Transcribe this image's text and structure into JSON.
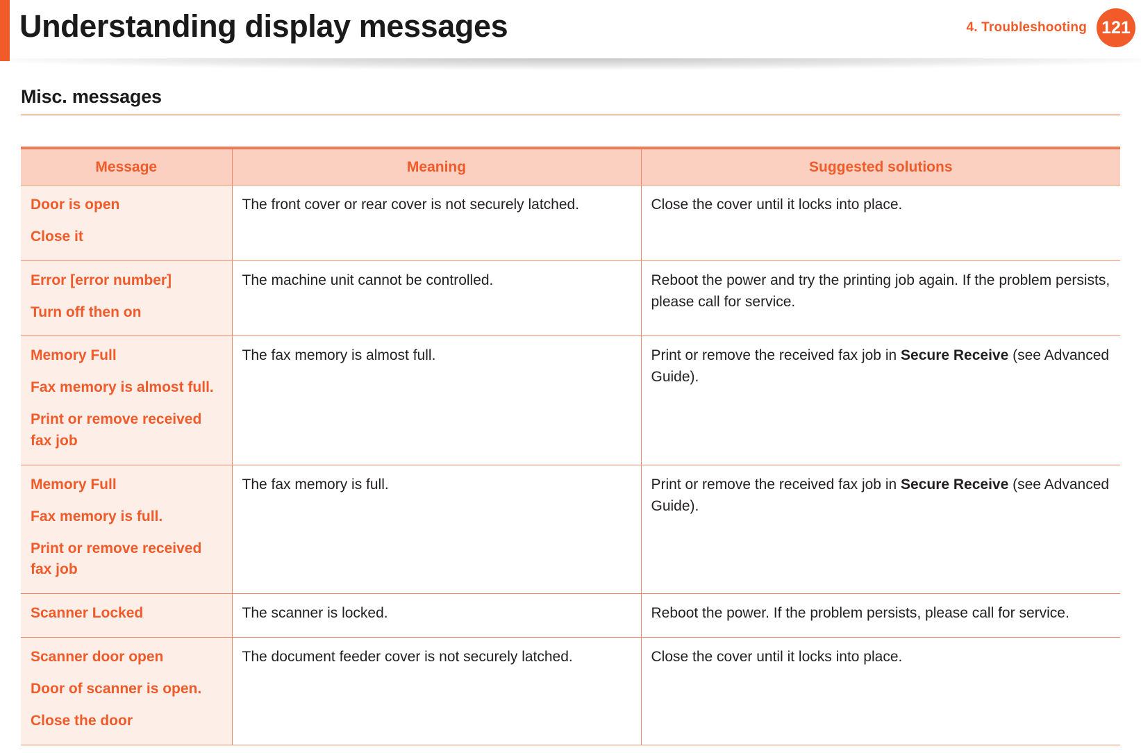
{
  "header": {
    "title": "Understanding display messages",
    "chapter": "4.  Troubleshooting",
    "page_number": "121",
    "accent_color": "#f15a29"
  },
  "section": {
    "heading": "Misc. messages"
  },
  "table": {
    "columns": [
      "Message",
      "Meaning",
      "Suggested solutions"
    ],
    "rows": [
      {
        "message_lines": [
          "Door is open",
          "Close it"
        ],
        "meaning": "The front cover or rear cover is not securely latched.",
        "solution_html": "Close the cover until it locks into place."
      },
      {
        "message_lines": [
          "Error [error number]",
          "Turn off then on"
        ],
        "meaning": "The machine unit cannot be controlled.",
        "solution_html": "Reboot the power and try the printing job again. If the problem persists, please call for service."
      },
      {
        "message_lines": [
          "Memory Full",
          "Fax memory is almost full.",
          "Print or remove received fax job"
        ],
        "meaning": "The fax memory is almost full.",
        "solution_html": "Print or remove the received fax job in <b>Secure Receive</b> (see Advanced Guide)."
      },
      {
        "message_lines": [
          "Memory Full",
          "Fax memory is full.",
          "Print or remove received fax job"
        ],
        "meaning": "The fax memory is full.",
        "solution_html": "Print or remove the received fax job in <b>Secure Receive</b> (see Advanced Guide)."
      },
      {
        "message_lines": [
          "Scanner Locked"
        ],
        "meaning": "The scanner is locked.",
        "solution_html": "Reboot the power. If the problem persists, please call for service."
      },
      {
        "message_lines": [
          "Scanner door open",
          "Door of scanner is open.",
          "Close the door"
        ],
        "meaning": "The document feeder cover is not securely latched.",
        "solution_html": "Close the cover until it locks into place."
      }
    ]
  }
}
